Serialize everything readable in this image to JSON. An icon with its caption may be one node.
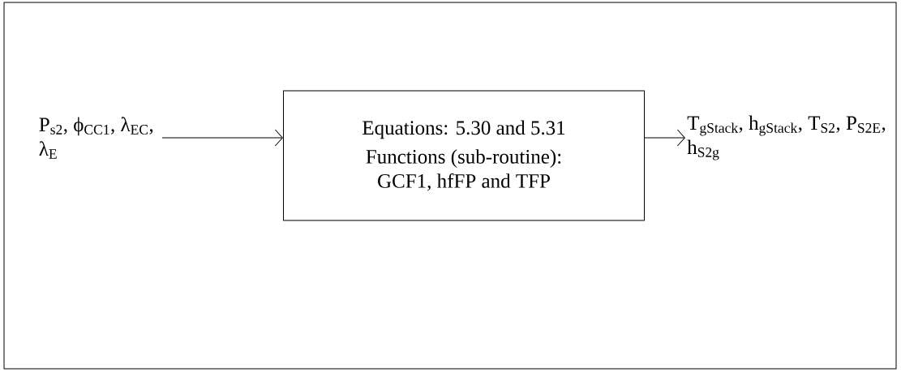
{
  "diagram": {
    "nodes": [
      {
        "text": [
          "P$_{s2}$, ϕ$_{CC1}$, λ$_{EC}$, λ$_{E}$"
        ]
      },
      {
        "text": [
          "Equations: 5.30 and 5.31",
          "Functions (sub-routine): GCF1, hfFP and TFP"
        ]
      },
      {
        "text": [
          "T$_{gStack}$, h$_{gStack}$, T$_{S2}$, P$_{S2E}$, h$_{S2g}$"
        ]
      }
    ],
    "edges": [
      {
        "from": 0,
        "to": 1,
        "arrow": "to"
      },
      {
        "from": 1,
        "to": 2,
        "arrow": "to"
      }
    ]
  }
}
